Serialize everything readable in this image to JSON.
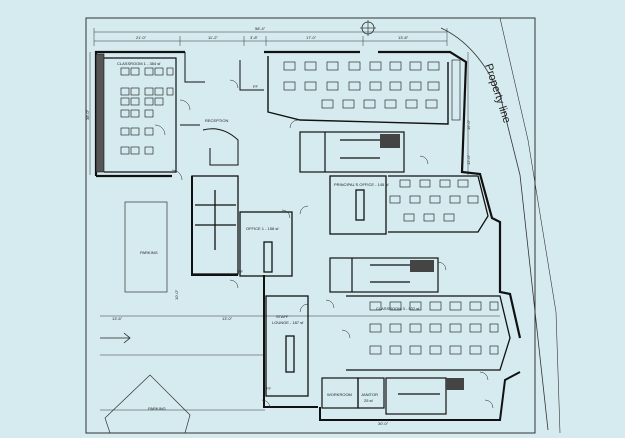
{
  "title_text": "",
  "colors": {
    "background": "#d6ebef",
    "line": "#111111",
    "thin": "#333333"
  },
  "labels": {
    "property_line": "Property line",
    "classroom_1": "CLASSROOM 1 - 384 sf",
    "reception": "RECEPTION",
    "principal_office": "PRINCIPAL'S OFFICE - 145 sf",
    "office_1": "OFFICE 1 - 158 sf",
    "staff_lounge_a": "STAFF",
    "staff_lounge_b": "LOUNGE - 187 sf",
    "classroom_3": "CLASSROOM 3 - 537 sf",
    "workroom": "WORKROOM",
    "janitor_a": "JANITOR",
    "janitor_b": "25 sf",
    "parking_top": "PARKING",
    "parking_bottom": "PARKING",
    "ff": "FF"
  },
  "dimensions": {
    "overall_top": "58'-4\"",
    "top_seg1": "21'-0\"",
    "top_seg2": "11'-2\"",
    "top_seg3": "3'-8\"",
    "top_seg4": "17'-0\"",
    "top_seg5": "13'-8\"",
    "left_side": "38'-0\"",
    "right_side_1": "16'-0\"",
    "right_side_2": "12'-0\"",
    "mid_a": "13'-6\"",
    "mid_b": "13'-0\"",
    "left_mid": "10'-0\"",
    "bottom": "30'-0\""
  }
}
